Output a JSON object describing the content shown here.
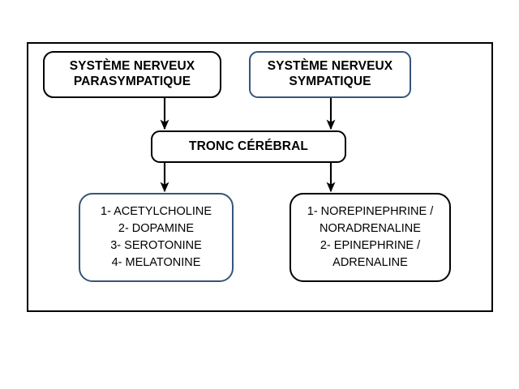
{
  "diagram": {
    "type": "flowchart",
    "frame": {
      "label": "outer-frame"
    },
    "nodes": [
      {
        "id": "parasympathetic",
        "text": "SYSTÈME NERVEUX\nPARASYMPATIQUE",
        "border_color": "#000000",
        "text_weight": "bold",
        "level": "top"
      },
      {
        "id": "sympathetic",
        "text": "SYSTÈME NERVEUX\nSYMPATIQUE",
        "border_color": "#36557a",
        "text_weight": "bold",
        "level": "top"
      },
      {
        "id": "brainstem",
        "text": "TRONC CÉRÉBRAL",
        "border_color": "#000000",
        "text_weight": "bold",
        "level": "middle"
      },
      {
        "id": "parasympathetic-transmitters",
        "text": "1- ACETYLCHOLINE\n2-   DOPAMINE\n3- SEROTONINE\n4- MELATONINE",
        "border_color": "#36557a",
        "text_weight": "normal",
        "level": "bottom"
      },
      {
        "id": "sympathetic-transmitters",
        "text": "1- NOREPINEPHRINE /\nNORADRENALINE\n2-  EPINEPHRINE /\nADRENALINE",
        "border_color": "#000000",
        "text_weight": "normal",
        "level": "bottom"
      }
    ],
    "edges": [
      {
        "id": "edge-parasympathetic-to-brainstem",
        "from": "parasympathetic",
        "to": "brainstem",
        "arrow": "down"
      },
      {
        "id": "edge-sympathetic-to-brainstem",
        "from": "sympathetic",
        "to": "brainstem",
        "arrow": "down"
      },
      {
        "id": "edge-brainstem-to-parasympathetic-transmitters",
        "from": "brainstem",
        "to": "parasympathetic-transmitters",
        "arrow": "down"
      },
      {
        "id": "edge-brainstem-to-sympathetic-transmitters",
        "from": "brainstem",
        "to": "sympathetic-transmitters",
        "arrow": "down"
      }
    ],
    "colors": {
      "stroke_black": "#000000",
      "stroke_blue": "#36557a",
      "background": "#ffffff"
    }
  }
}
